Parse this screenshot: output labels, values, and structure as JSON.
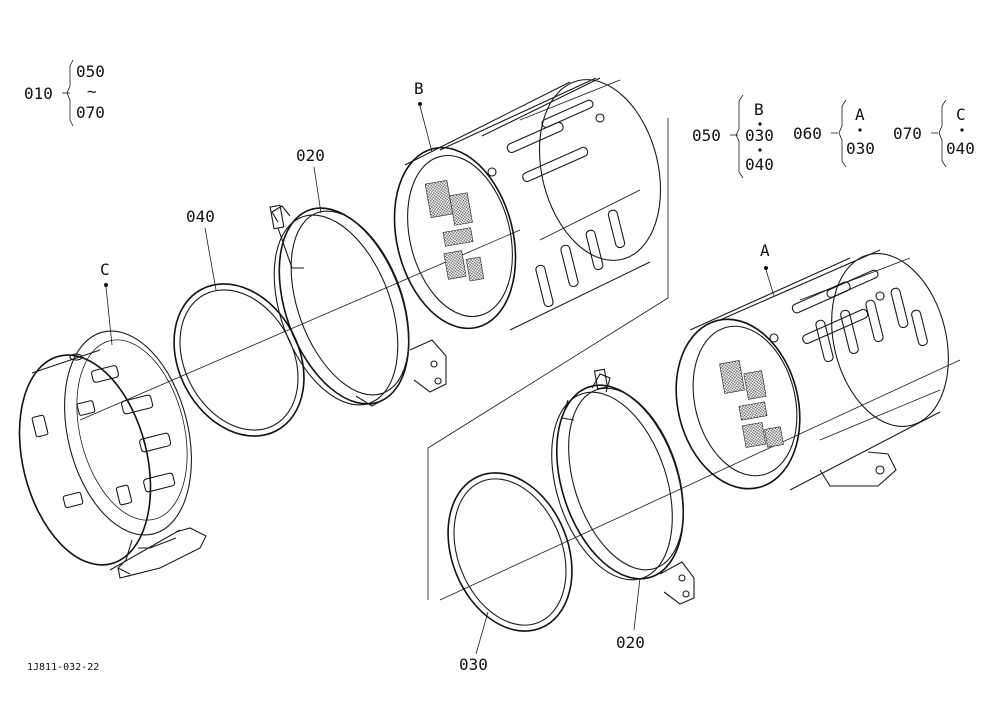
{
  "figure_id": "1J811-032-22",
  "parts": {
    "p010": "010",
    "p020": "020",
    "p030": "030",
    "p040": "040",
    "p050": "050",
    "p060": "060",
    "p070": "070"
  },
  "letters": {
    "a": "A",
    "b": "B",
    "c": "C"
  },
  "legend": {
    "range_separator": "~",
    "bullet": "•"
  }
}
